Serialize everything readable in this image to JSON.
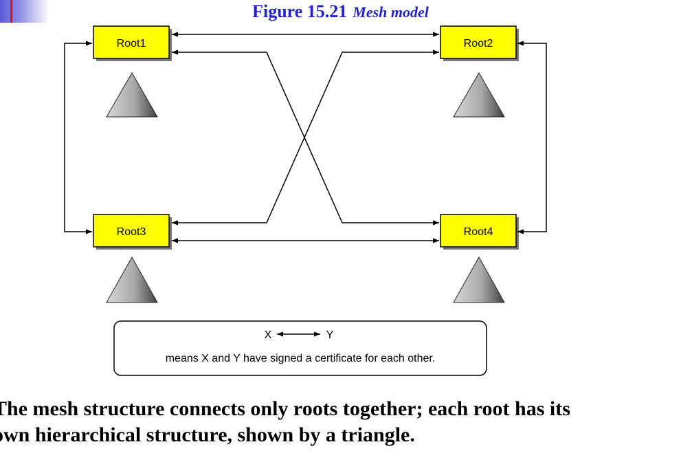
{
  "figure": {
    "number": "Figure 15.21",
    "title": "Mesh model"
  },
  "roots": [
    {
      "id": "root1",
      "label": "Root1"
    },
    {
      "id": "root2",
      "label": "Root2"
    },
    {
      "id": "root3",
      "label": "Root3"
    },
    {
      "id": "root4",
      "label": "Root4"
    }
  ],
  "legend": {
    "x_label": "X",
    "y_label": "Y",
    "description": "means X and Y have signed a certificate for each other."
  },
  "caption": {
    "line1": "The mesh structure connects only roots together; each root has its",
    "line2": "own hierarchical structure, shown by a triangle."
  },
  "colors": {
    "root_fill": "#ffff00",
    "title": "#2222cc",
    "triangle_light": "#d8d8d8",
    "triangle_dark": "#404040"
  }
}
